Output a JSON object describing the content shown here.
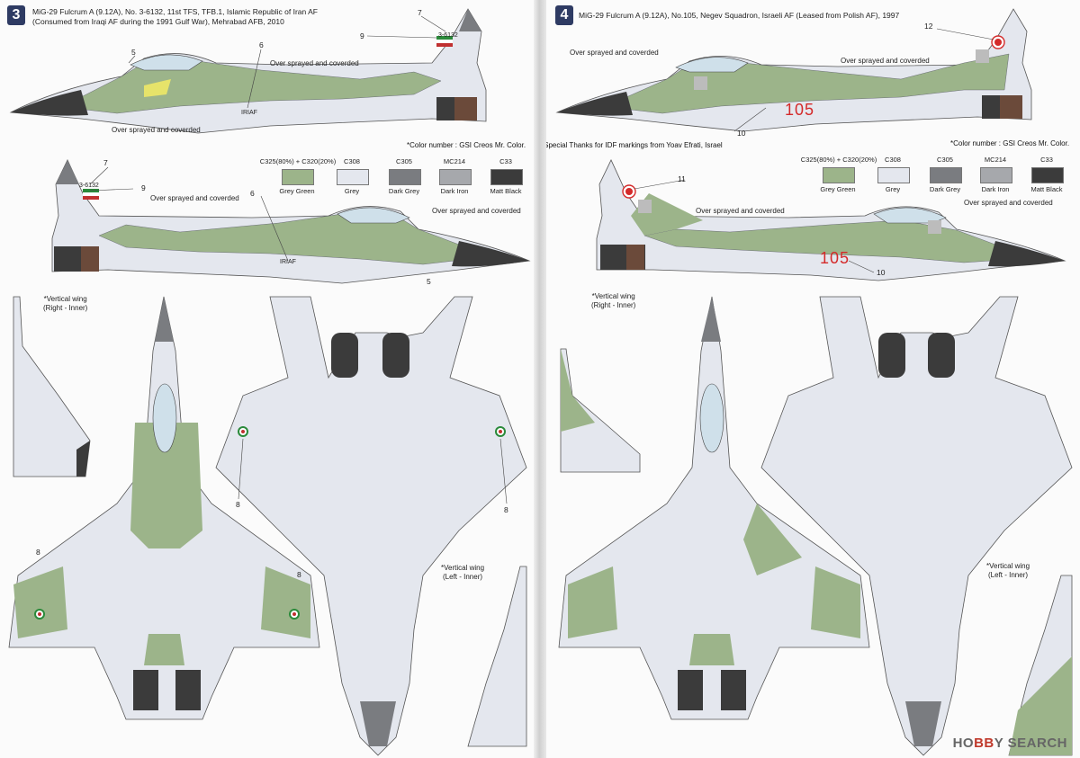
{
  "colors": {
    "grey_green": "#9cb48a",
    "grey": "#e4e7ee",
    "dark_grey": "#7a7c80",
    "dark_iron": "#a6a8ac",
    "matt_black": "#3b3b3b",
    "badge": "#2e3b63",
    "red_marking": "#d42a2a"
  },
  "left": {
    "number": "3",
    "header_line1": "MiG-29 Fulcrum A (9.12A), No. 3-6132, 11st TFS, TFB.1, Islamic Republic of Iran AF",
    "header_line2": "(Consumed from Iraqi AF during the 1991 Gulf War), Mehrabad AFB, 2010",
    "over_sprayed": "Over sprayed and coverded",
    "serial": "3-6132",
    "iriaf": "IRIAF",
    "color_note": "*Color number : GSI Creos Mr. Color.",
    "vw_right": "*Vertical wing\n(Right - Inner)",
    "vw_left": "*Vertical wing\n(Left - Inner)",
    "callouts": {
      "c5": "5",
      "c6": "6",
      "c7": "7",
      "c8": "8",
      "c9": "9"
    }
  },
  "right": {
    "number": "4",
    "header_line1": "MiG-29 Fulcrum A (9.12A), No.105, Negev Squadron, Israeli AF (Leased from Polish AF), 1997",
    "over_sprayed": "Over sprayed and coverded",
    "thanks": "*Special Thanks for IDF markings from Yoav Efrati, Israel",
    "color_note": "*Color number : GSI Creos Mr. Color.",
    "nose_number": "105",
    "vw_right": "*Vertical wing\n(Right - Inner)",
    "vw_left": "*Vertical wing\n(Left - Inner)",
    "callouts": {
      "c10": "10",
      "c11": "11",
      "c12": "12"
    }
  },
  "swatches": [
    {
      "code": "C325(80%) + C320(20%)",
      "name": "Grey Green",
      "color": "#9cb48a"
    },
    {
      "code": "C308",
      "name": "Grey",
      "color": "#e4e7ee"
    },
    {
      "code": "C305",
      "name": "Dark Grey",
      "color": "#7a7c80"
    },
    {
      "code": "MC214",
      "name": "Dark Iron",
      "color": "#a6a8ac"
    },
    {
      "code": "C33",
      "name": "Matt Black",
      "color": "#3b3b3b"
    }
  ],
  "watermark": {
    "brand": "HO",
    "brand_red": "BB",
    "brand_tail": "Y SEARCH"
  }
}
